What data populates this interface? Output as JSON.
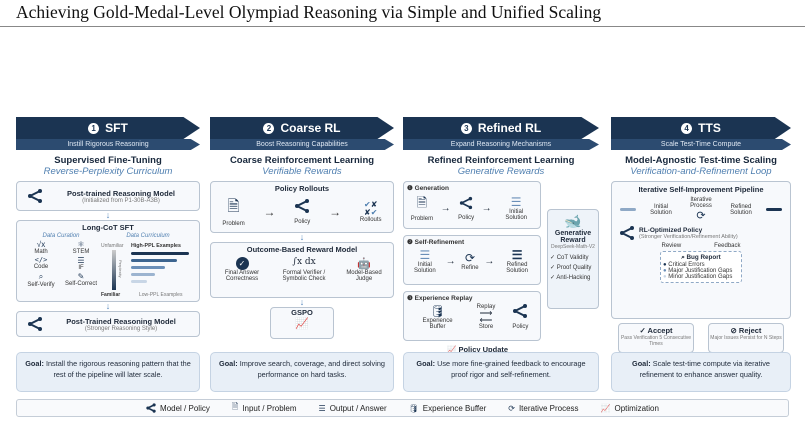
{
  "paper_title": "Achieving Gold-Medal-Level Olympiad Reasoning via Simple and Unified Scaling",
  "colors": {
    "navy": "#1b3452",
    "accent": "#4f7fb0",
    "panel": "#e8eff7"
  },
  "columns": [
    {
      "num": "1",
      "name": "SFT",
      "sub": "Instill Rigorous Reasoning",
      "title": "Supervised Fine-Tuning",
      "subtitle": "Reverse-Perplexity Curriculum",
      "top_model": "Post-trained Reasoning Model",
      "top_model_sub": "(Initialized from P1-30B-A3B)",
      "cot_title": "Long-CoT SFT",
      "curation_label": "Data Curation",
      "curriculum_label": "Data Curriculum",
      "curation_items": [
        "Math",
        "STEM",
        "Code",
        "IF",
        "Self-Verify",
        "Self-Correct"
      ],
      "unfamiliar": "Unfamiliar",
      "familiar": "Familiar",
      "high_ppl": "High-PPL Examples",
      "low_ppl": "Low-PPL Examples",
      "ppl_axis": "Perplexity",
      "bottom_model": "Post-Trained Reasoning Model",
      "bottom_model_sub": "(Stronger Reasoning Style)",
      "goal_label": "Goal:",
      "goal": "Install the rigorous reasoning pattern that the rest of the pipeline will later scale."
    },
    {
      "num": "2",
      "name": "Coarse RL",
      "sub": "Boost Reasoning Capabilities",
      "title": "Coarse Reinforcement Learning",
      "subtitle": "Verifiable Rewards",
      "rollouts_title": "Policy Rollouts",
      "rollout_labels": [
        "Problem",
        "Policy",
        "Rollouts"
      ],
      "orm_title": "Outcome-Based Reward Model",
      "orm_items": [
        "Final Answer Correctness",
        "Formal Verifier / Symbolic Check",
        "Model-Based Judge"
      ],
      "formula": "∫x dx",
      "algo": "GSPO",
      "goal_label": "Goal:",
      "goal": "Improve search, coverage, and direct solving performance on hard tasks."
    },
    {
      "num": "3",
      "name": "Refined RL",
      "sub": "Expand Reasoning Mechanisms",
      "title": "Refined Reinforcement Learning",
      "subtitle": "Generative Rewards",
      "gen_title": "Generation",
      "gen_labels": [
        "Problem",
        "Policy",
        "Initial Solution"
      ],
      "refine_title": "Self-Refinement",
      "refine_labels": [
        "Initial Solution",
        "Refine",
        "Refined Solution"
      ],
      "replay_title": "Experience Replay",
      "replay_labels": [
        "Experience Buffer",
        "Policy"
      ],
      "replay_arrow": "Replay",
      "store_arrow": "Store",
      "reward_title": "Generative Reward",
      "reward_model": "DeepSeek-Math-V2",
      "reward_checks": [
        "✓ CoT Validity",
        "✓ Proof Quality",
        "✓ Anti-Hacking"
      ],
      "policy_update": "Policy Update",
      "goal_label": "Goal:",
      "goal": "Use more fine-grained feedback to encourage proof rigor and self-refinement."
    },
    {
      "num": "4",
      "name": "TTS",
      "sub": "Scale Test-Time Compute",
      "title": "Model-Agnostic Test-time Scaling",
      "subtitle": "Verification-and-Refinement Loop",
      "pipeline_title": "Iterative Self-Improvement Pipeline",
      "initial": "Initial Solution",
      "iterative": "Iterative Process",
      "refined": "Refined Solution",
      "policy_title": "RL-Optimized Policy",
      "policy_sub": "(Stronger Verification/Refinement Ability)",
      "review": "Review",
      "feedback": "Feedback",
      "bug_title": "Bug Report",
      "bugs": [
        "Critical Errors",
        "Major Justification Gaps",
        "Minor Justification Gaps"
      ],
      "accept": "Accept",
      "accept_sub": "Pass Verification 5 Consecutive Times",
      "reject": "Reject",
      "reject_sub": "Major Issues Persist for N Steps",
      "goal_label": "Goal:",
      "goal": "Scale test-time compute via iterative refinement to enhance answer quality."
    }
  ],
  "legend": [
    "Model / Policy",
    "Input / Problem",
    "Output / Answer",
    "Experience Buffer",
    "Iterative Process",
    "Optimization"
  ]
}
